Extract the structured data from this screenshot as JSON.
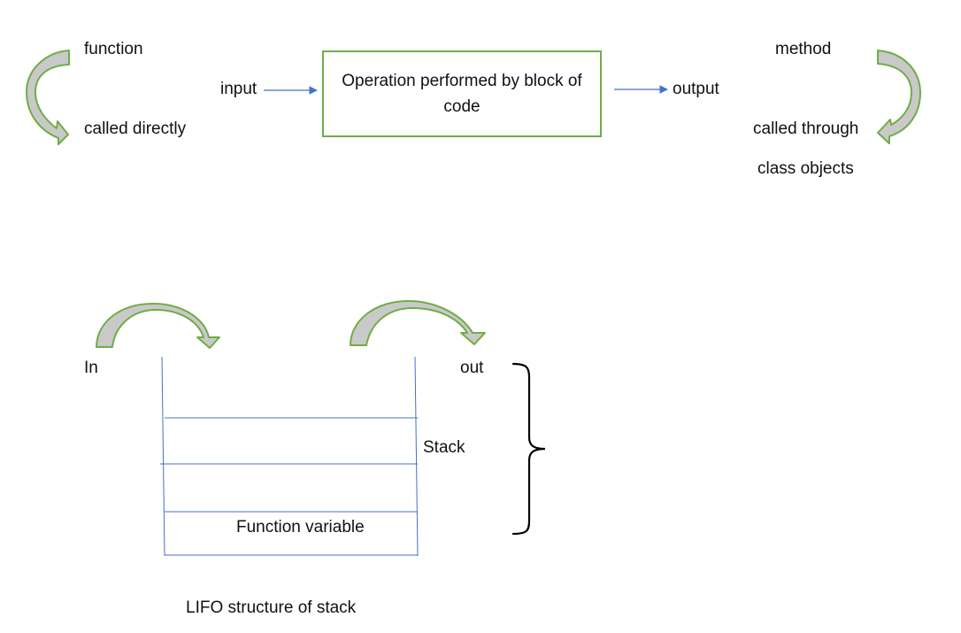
{
  "function_side": {
    "title": "function",
    "description": "called directly"
  },
  "flow": {
    "input_label": "input",
    "operation_text": "Operation performed by block of code",
    "output_label": "output"
  },
  "method_side": {
    "title": "method",
    "description_line1": "called through",
    "description_line2": "class objects"
  },
  "stack": {
    "in_label": "In",
    "out_label": "out",
    "stack_label": "Stack",
    "bottom_slot_label": "Function variable",
    "caption": "LIFO structure of stack"
  },
  "colors": {
    "green": "#70ad47",
    "arrow_fill": "#c9c9c9",
    "blue": "#4472c4",
    "brace": "#000000"
  }
}
